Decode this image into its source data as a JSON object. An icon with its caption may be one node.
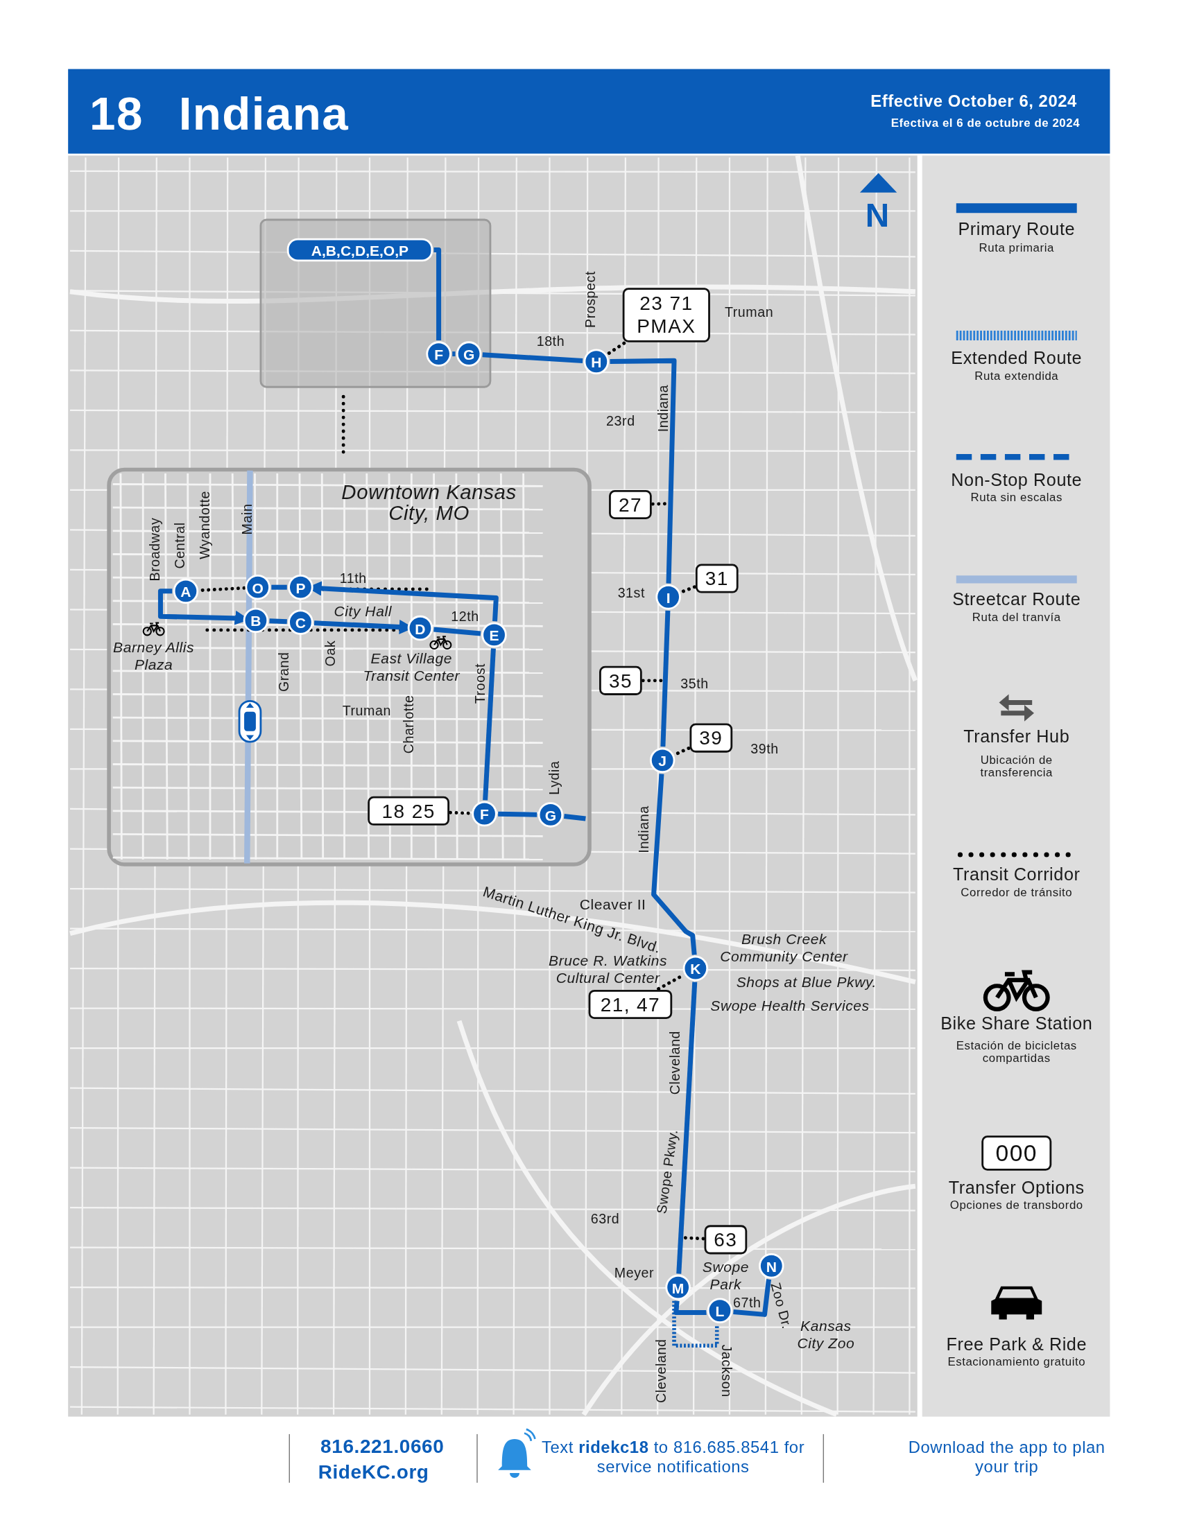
{
  "diagram": {
    "title": "18 Indiana",
    "nodes": [
      {
        "text": [
          "A,B,C,D,E,O,P"
        ]
      },
      {
        "text": [
          "F"
        ]
      },
      {
        "text": [
          "G"
        ]
      },
      {
        "text": [
          "H"
        ]
      },
      {
        "text": [
          "23 71 PMAX"
        ]
      },
      {
        "text": [
          "27"
        ]
      },
      {
        "text": [
          "I"
        ]
      },
      {
        "text": [
          "31"
        ]
      },
      {
        "text": [
          "35"
        ]
      },
      {
        "text": [
          "J"
        ]
      },
      {
        "text": [
          "39"
        ]
      },
      {
        "text": [
          "K"
        ]
      },
      {
        "text": [
          "21, 47"
        ]
      },
      {
        "text": [
          "63"
        ]
      },
      {
        "text": [
          "M"
        ]
      },
      {
        "text": [
          "L"
        ]
      },
      {
        "text": [
          "N"
        ]
      },
      {
        "text": [
          "Downtown Kansas City, MO"
        ]
      },
      {
        "text": [
          "A"
        ],
        "in": 17
      },
      {
        "text": [
          "O"
        ],
        "in": 17
      },
      {
        "text": [
          "P"
        ],
        "in": 17
      },
      {
        "text": [
          "B"
        ],
        "in": 17
      },
      {
        "text": [
          "C"
        ],
        "in": 17
      },
      {
        "text": [
          "D"
        ],
        "in": 17
      },
      {
        "text": [
          "E"
        ],
        "in": 17
      },
      {
        "text": [
          "F"
        ],
        "in": 17
      },
      {
        "text": [
          "G"
        ],
        "in": 17
      },
      {
        "text": [
          "18 25"
        ],
        "in": 17
      }
    ],
    "edges": [
      {
        "from": 0,
        "to": 1,
        "arrow": "none"
      },
      {
        "from": 1,
        "to": 2,
        "arrow": "none"
      },
      {
        "from": 2,
        "to": 3,
        "arrow": "none"
      },
      {
        "from": 3,
        "to": 6,
        "arrow": "none"
      },
      {
        "from": 6,
        "to": 9,
        "arrow": "none"
      },
      {
        "from": 9,
        "to": 11,
        "arrow": "none"
      },
      {
        "from": 11,
        "to": 14,
        "arrow": "none"
      },
      {
        "from": 14,
        "to": 15,
        "arrow": "none"
      },
      {
        "from": 15,
        "to": 16,
        "arrow": "none"
      },
      {
        "from": 4,
        "to": 3,
        "arrow": "none",
        "style": "dashed",
        "color": "#000000"
      },
      {
        "from": 5,
        "to": null,
        "arrow": "none",
        "style": "dashed",
        "color": "#000000"
      },
      {
        "from": 7,
        "to": 6,
        "arrow": "none",
        "style": "dashed",
        "color": "#000000"
      },
      {
        "from": 8,
        "to": null,
        "arrow": "none",
        "style": "dashed",
        "color": "#000000"
      },
      {
        "from": 10,
        "to": 9,
        "arrow": "none",
        "style": "dashed",
        "color": "#000000"
      },
      {
        "from": 12,
        "to": 11,
        "arrow": "none",
        "style": "dashed",
        "color": "#000000"
      },
      {
        "from": 13,
        "to": null,
        "arrow": "none",
        "style": "dashed",
        "color": "#000000"
      },
      {
        "from": 18,
        "to": 21,
        "arrow": "to"
      },
      {
        "from": 21,
        "to": 22,
        "arrow": "none"
      },
      {
        "from": 22,
        "to": 23,
        "arrow": "to"
      },
      {
        "from": 23,
        "to": 24,
        "arrow": "none"
      },
      {
        "from": 24,
        "to": 20,
        "arrow": "to"
      },
      {
        "from": 20,
        "to": 19,
        "arrow": "none"
      },
      {
        "from": 19,
        "to": 18,
        "arrow": "none",
        "style": "dashed",
        "color": "#000000"
      },
      {
        "from": 24,
        "to": 25,
        "arrow": "none"
      },
      {
        "from": 25,
        "to": 26,
        "arrow": "none"
      },
      {
        "from": 27,
        "to": 25,
        "arrow": "none",
        "style": "dashed",
        "color": "#000000"
      },
      {
        "from": 26,
        "to": null,
        "arrow": "none"
      }
    ],
    "labels": [
      "Effective October 6, 2024",
      "Efectiva el 6 de octubre de 2024",
      "N",
      "Prospect",
      "Truman",
      "18th",
      "23rd",
      "Indiana",
      "Broadway",
      "Central",
      "Wyandotte",
      "Main",
      "11th",
      "City Hall",
      "12th",
      "Barney Allis Plaza",
      "Grand",
      "Oak",
      "East Village Transit Center",
      "Troost",
      "Truman",
      "Charlotte",
      "Lydia",
      "31st",
      "35th",
      "39th",
      "Indiana",
      "Martin Luther King Jr. Blvd.",
      "Cleaver II",
      "Brush Creek Community Center",
      "Bruce R. Watkins Cultural Center",
      "Shops at Blue Pkwy.",
      "Swope Health Services",
      "Cleveland",
      "Swope Pkwy.",
      "63rd",
      "Meyer",
      "Swope Park",
      "67th",
      "Zoo Dr.",
      "Kansas City Zoo",
      "Cleveland",
      "Jackson",
      "Ruta primaria",
      "Ruta extendida",
      "Ruta sin escalas",
      "Ruta del tranvía",
      "Ubicación de transferencia",
      "Corredor de tránsito",
      "Estación de bicicletas compartidas",
      "Opciones de transbordo",
      "Estacionamiento gratuito",
      "000",
      "816.221.0660",
      "RideKC.org",
      "Text **ridekc18** to 816.685.8541 for service notifications",
      "Download the app to plan your trip"
    ],
    "legend": [
      {
        "text": "Primary Route"
      },
      {
        "text": "Extended Route"
      },
      {
        "text": "Non-Stop Route"
      },
      {
        "text": "Streetcar Route"
      },
      {
        "text": "Transfer Hub"
      },
      {
        "text": "Transit Corridor"
      },
      {
        "text": "Bike Share Station"
      },
      {
        "text": "Transfer Options"
      },
      {
        "text": "Free Park & Ride"
      }
    ]
  }
}
